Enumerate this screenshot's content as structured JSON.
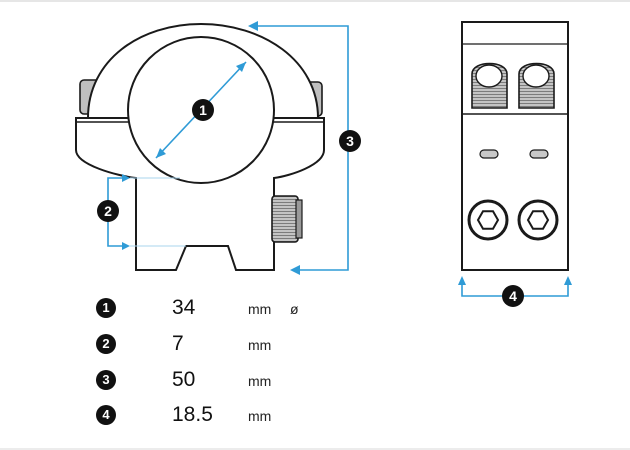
{
  "callouts": [
    {
      "number": "1",
      "meaning": "tube diameter"
    },
    {
      "number": "2",
      "meaning": "base height"
    },
    {
      "number": "3",
      "meaning": "total height"
    },
    {
      "number": "4",
      "meaning": "width"
    }
  ],
  "specs": [
    {
      "number": "1",
      "value": "34",
      "unit": "mm",
      "suffix": "ø"
    },
    {
      "number": "2",
      "value": "7",
      "unit": "mm",
      "suffix": ""
    },
    {
      "number": "3",
      "value": "50",
      "unit": "mm",
      "suffix": ""
    },
    {
      "number": "4",
      "value": "18.5",
      "unit": "mm",
      "suffix": ""
    }
  ],
  "colors": {
    "dimension_line": "#2f9bd6",
    "outline": "#1a1a1a",
    "badge": "#111111",
    "body_fill": "#ffffff",
    "knob_fill": "#bdbdbd"
  }
}
